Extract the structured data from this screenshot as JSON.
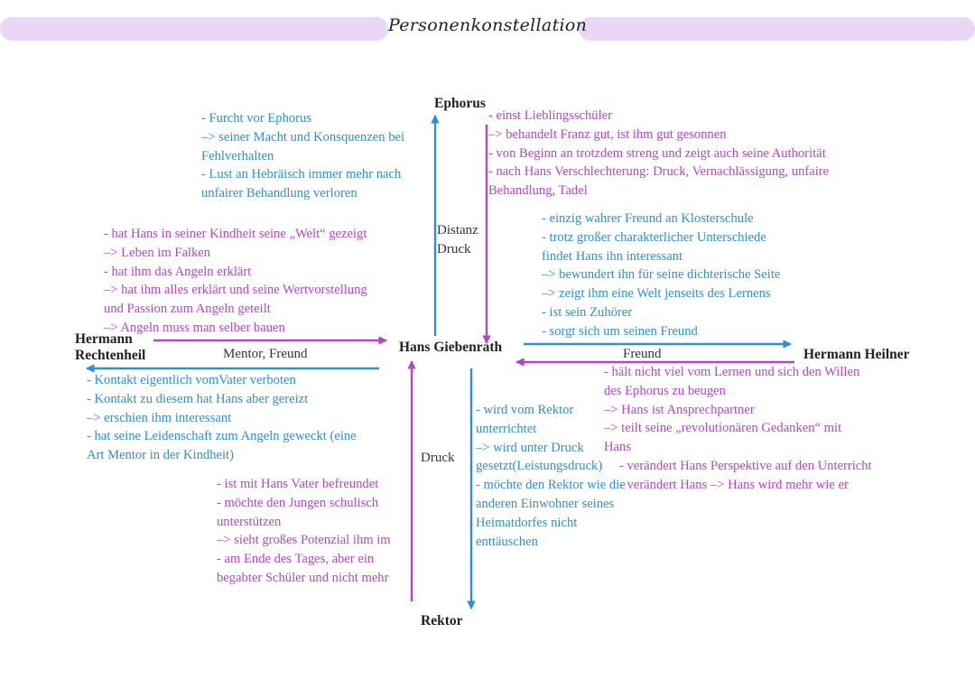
{
  "title": "Personenkonstellation",
  "colors": {
    "banner": "#ead7f6",
    "blue": "#2f8fcf",
    "pink": "#b247c9"
  },
  "nodes": {
    "ephorus": "Ephorus",
    "hans": "Hans Giebenrath",
    "heilner": "Hermann Heilner",
    "rechtenheil": [
      "Hermann",
      "Rechtenheil"
    ],
    "rektor": "Rektor"
  },
  "edge_labels": {
    "ephorus_distanz": "Distanz",
    "ephorus_druck": "Druck",
    "rechtenheil": "Mentor, Freund",
    "heilner": "Freund",
    "rektor": "Druck"
  },
  "notes": {
    "hans_to_ephorus": [
      "- Furcht vor Ephorus",
      "–> seiner Macht und Konsquenzen bei",
      "Fehlverhalten",
      "- Lust an Hebräisch immer mehr nach",
      "unfairer Behandlung verloren"
    ],
    "ephorus_to_hans": [
      "- einst Lieblingsschüler",
      "–> behandelt Franz gut, ist ihm gut gesonnen",
      "- von Beginn an trotzdem streng und zeigt auch seine Authorität",
      "- nach Hans Verschlechterung: Druck, Vernachlässigung, unfaire",
      "Behandlung, Tadel"
    ],
    "rechtenheil_to_hans": [
      "- hat Hans in seiner Kindheit seine „Welt“ gezeigt",
      "–> Leben im Falken",
      "- hat ihm das Angeln erklärt",
      "–> hat ihm alles erklärt und seine Wertvorstellung",
      "und Passion zum Angeln geteilt",
      "–> Angeln muss man selber bauen"
    ],
    "hans_to_heilner": [
      "- einzig wahrer Freund an Klosterschule",
      "- trotz großer charakterlicher Unterschiede",
      "findet Hans ihn interessant",
      "–> bewundert ihn für seine dichterische Seite",
      "–> zeigt ihm eine Welt jenseits des Lernens",
      "- ist sein Zuhörer",
      "- sorgt sich um seinen Freund"
    ],
    "hans_to_rechtenheil": [
      "- Kontakt eigentlich vomVater verboten",
      "- Kontakt zu diesem hat Hans aber gereizt",
      "–> erschien ihm interessant",
      "- hat seine Leidenschaft zum Angeln geweckt (eine",
      "Art Mentor in der Kindheit)"
    ],
    "heilner_to_hans": [
      "- hält nicht viel vom Lernen und sich den Willen",
      "des Ephorus zu beugen",
      "–> Hans ist Ansprechpartner",
      "–> teilt seine „revolutionären Gedanken“ mit",
      "Hans",
      "- verändert Hans Perspektive auf den Unterricht",
      "- verändert Hans –> Hans wird mehr wie er"
    ],
    "hans_to_rektor": [
      "- wird vom Rektor",
      "unterrichtet",
      "–> wird unter Druck",
      "gesetzt(Leistungsdruck)",
      "- möchte den Rektor wie die",
      "anderen Einwohner seines",
      "Heimatdorfes nicht",
      "enttäuschen"
    ],
    "rektor_to_hans": [
      "- ist mit Hans Vater befreundet",
      "- möchte den Jungen schulisch",
      "unterstützen",
      "–> sieht großes Potenzial ihm im",
      "- am Ende des Tages, aber ein",
      "begabter Schüler und nicht mehr"
    ]
  }
}
